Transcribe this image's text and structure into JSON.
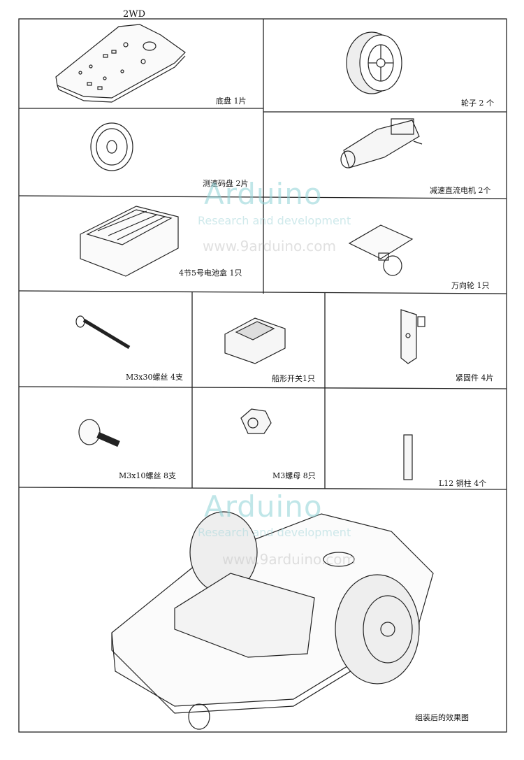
{
  "header": {
    "title": "2WD"
  },
  "parts": [
    {
      "id": "chassis",
      "label": "底盘 1片"
    },
    {
      "id": "wheel",
      "label": "轮子 2 个"
    },
    {
      "id": "encoder",
      "label": "测速码盘 2片"
    },
    {
      "id": "motor",
      "label": "减速直流电机 2个"
    },
    {
      "id": "battery",
      "label": "4节5号电池盒 1只"
    },
    {
      "id": "caster",
      "label": "万向轮 1只"
    },
    {
      "id": "screw30",
      "label": "M3x30螺丝 4支"
    },
    {
      "id": "switch",
      "label": "船形开关1只"
    },
    {
      "id": "fastener",
      "label": "紧固件 4片"
    },
    {
      "id": "screw10",
      "label": "M3x10螺丝 8支"
    },
    {
      "id": "nut",
      "label": "M3螺母 8只"
    },
    {
      "id": "pillar",
      "label": "L12 铜柱 4个"
    }
  ],
  "assembled": {
    "label": "组装后的效果图"
  },
  "watermark": {
    "brand": "Arduino",
    "tagline": "Research and development",
    "url": "www.9arduino.com"
  }
}
